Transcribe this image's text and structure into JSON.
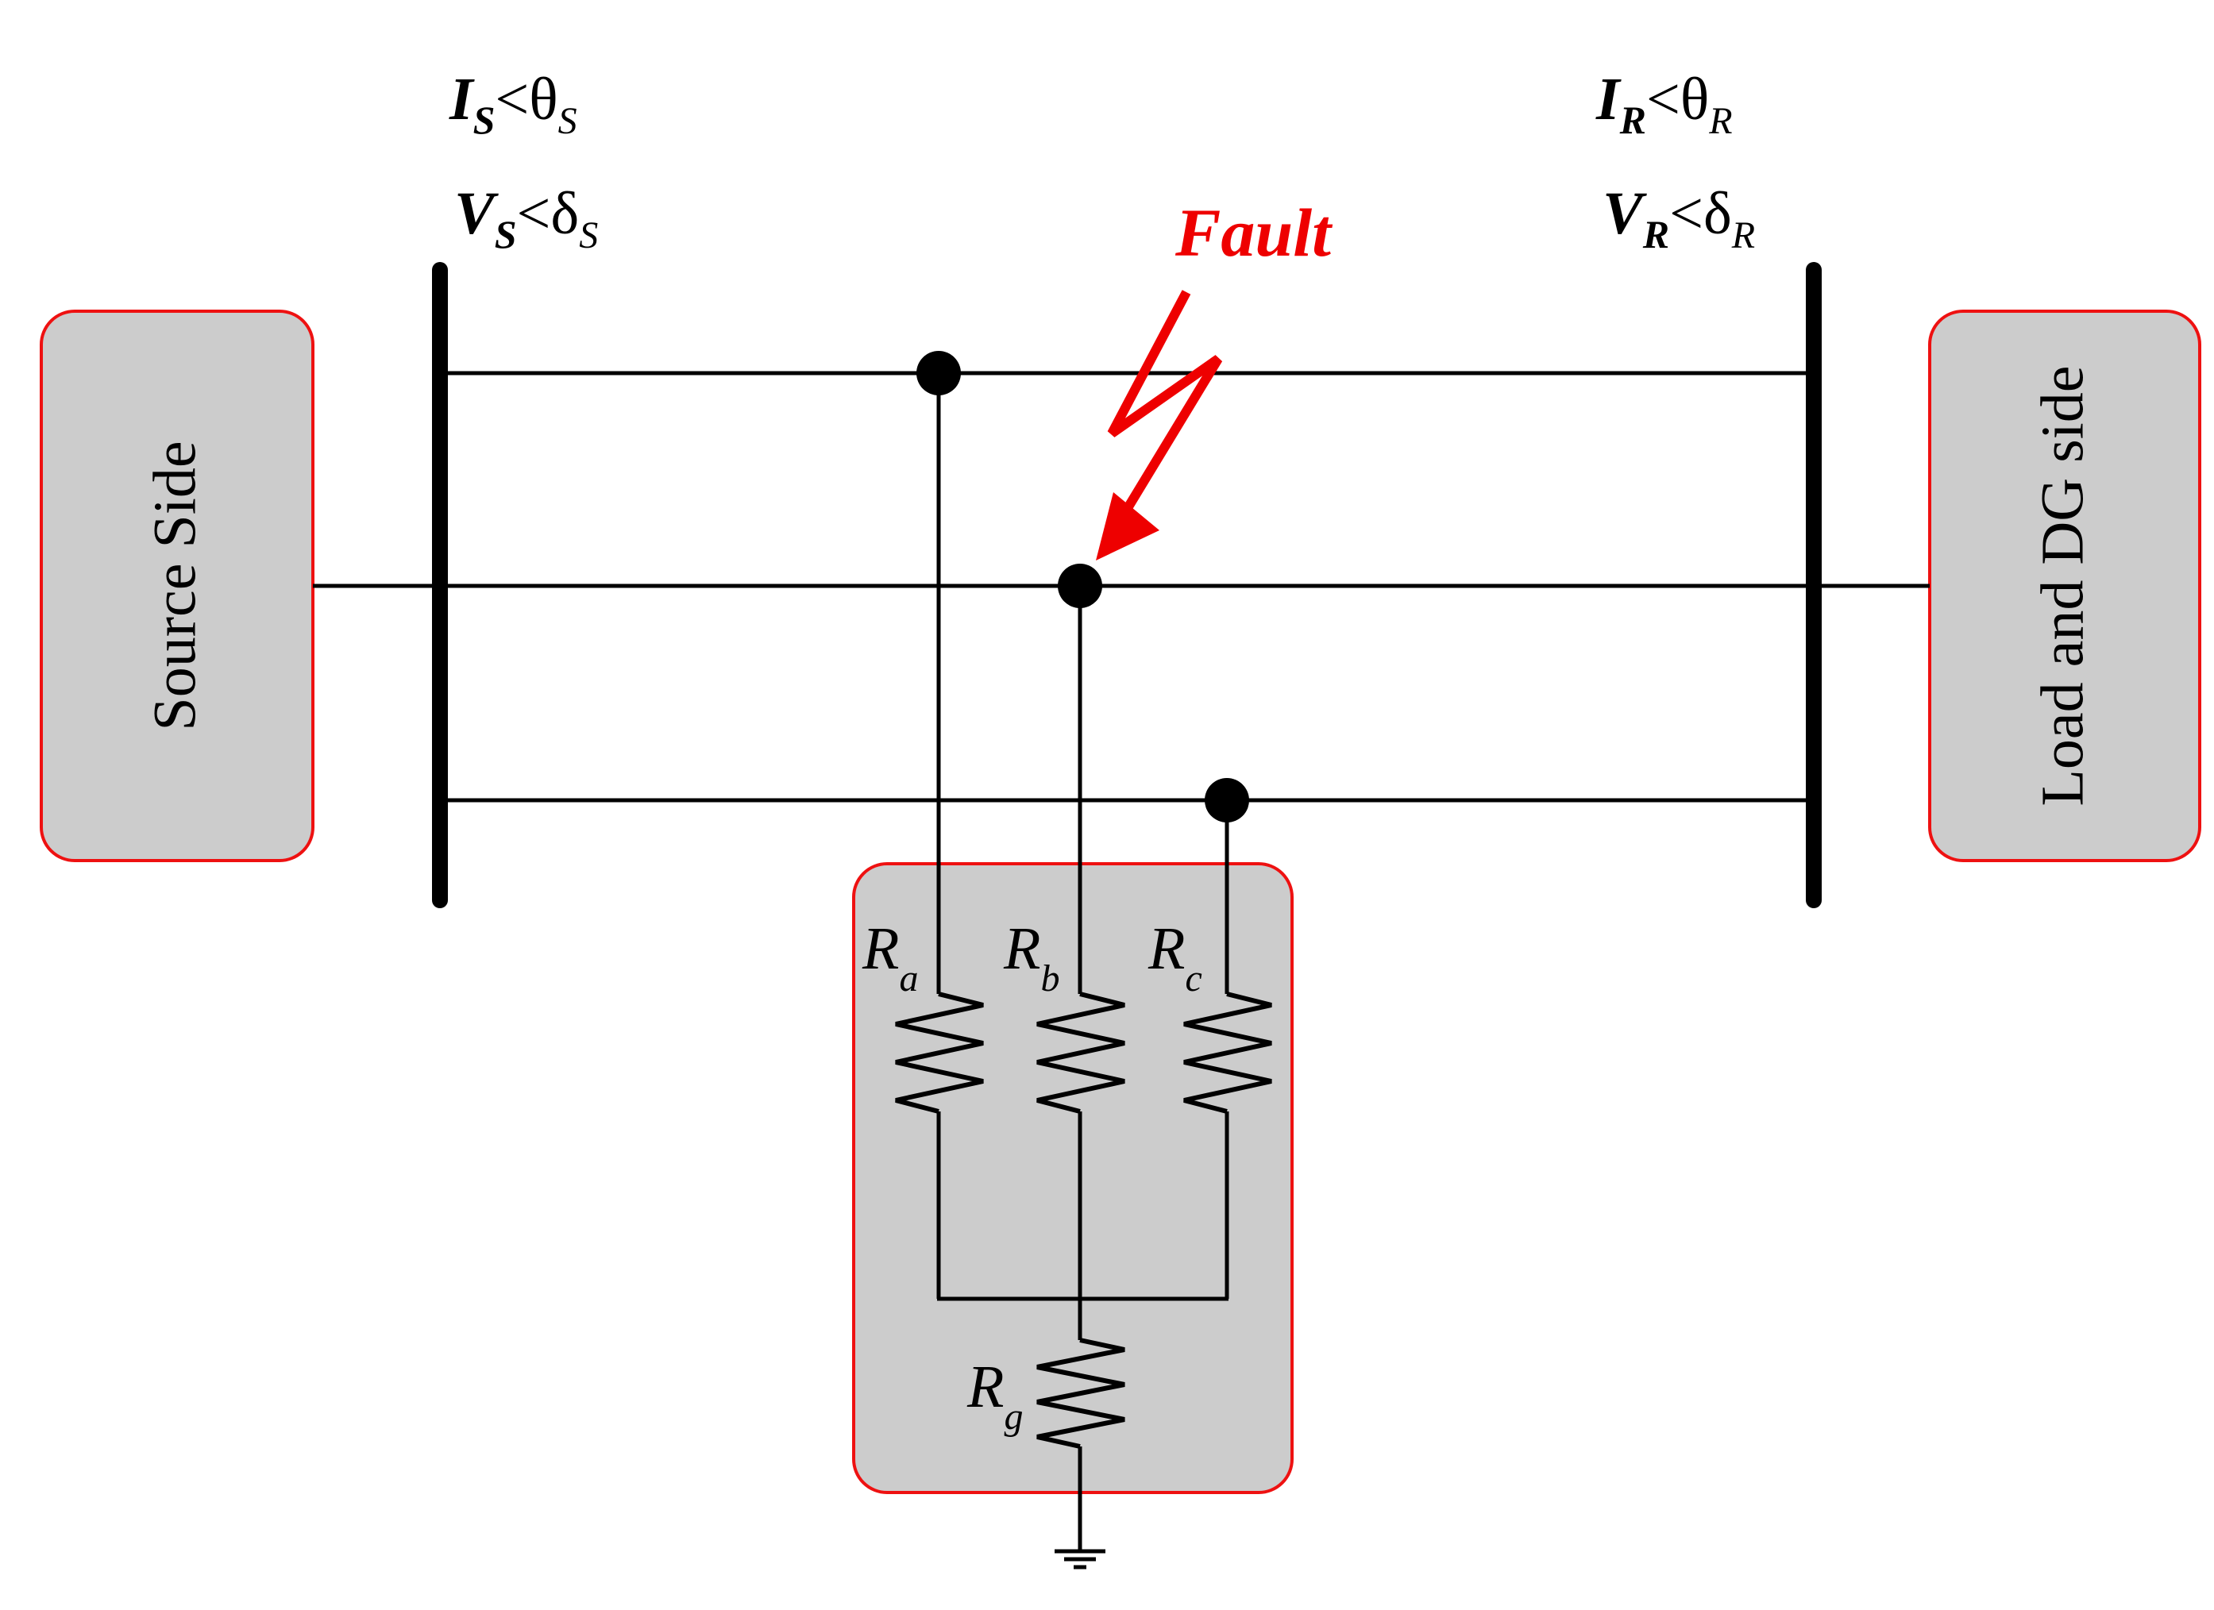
{
  "source_box": {
    "label": "Source Side"
  },
  "load_box": {
    "label": "Load and DG side"
  },
  "sending_end": {
    "current": {
      "symbol": "I",
      "subscript": "S",
      "angle_sep": "<",
      "angle": "θ",
      "angle_subscript": "S"
    },
    "voltage": {
      "symbol": "V",
      "subscript": "S",
      "angle_sep": "<",
      "angle": "δ",
      "angle_subscript": "S"
    }
  },
  "receiving_end": {
    "current": {
      "symbol": "I",
      "subscript": "R",
      "angle_sep": "<",
      "angle": "θ",
      "angle_subscript": "R"
    },
    "voltage": {
      "symbol": "V",
      "subscript": "R",
      "angle_sep": "<",
      "angle": "δ",
      "angle_subscript": "R"
    }
  },
  "fault": {
    "label": "Fault",
    "color": "#ee0000"
  },
  "resistors": {
    "ra": {
      "symbol": "R",
      "subscript": "a"
    },
    "rb": {
      "symbol": "R",
      "subscript": "b"
    },
    "rc": {
      "symbol": "R",
      "subscript": "c"
    },
    "rg": {
      "symbol": "R",
      "subscript": "g"
    }
  },
  "colors": {
    "box_fill": "#cccccc",
    "box_border": "#ee1111",
    "line": "#000000"
  }
}
